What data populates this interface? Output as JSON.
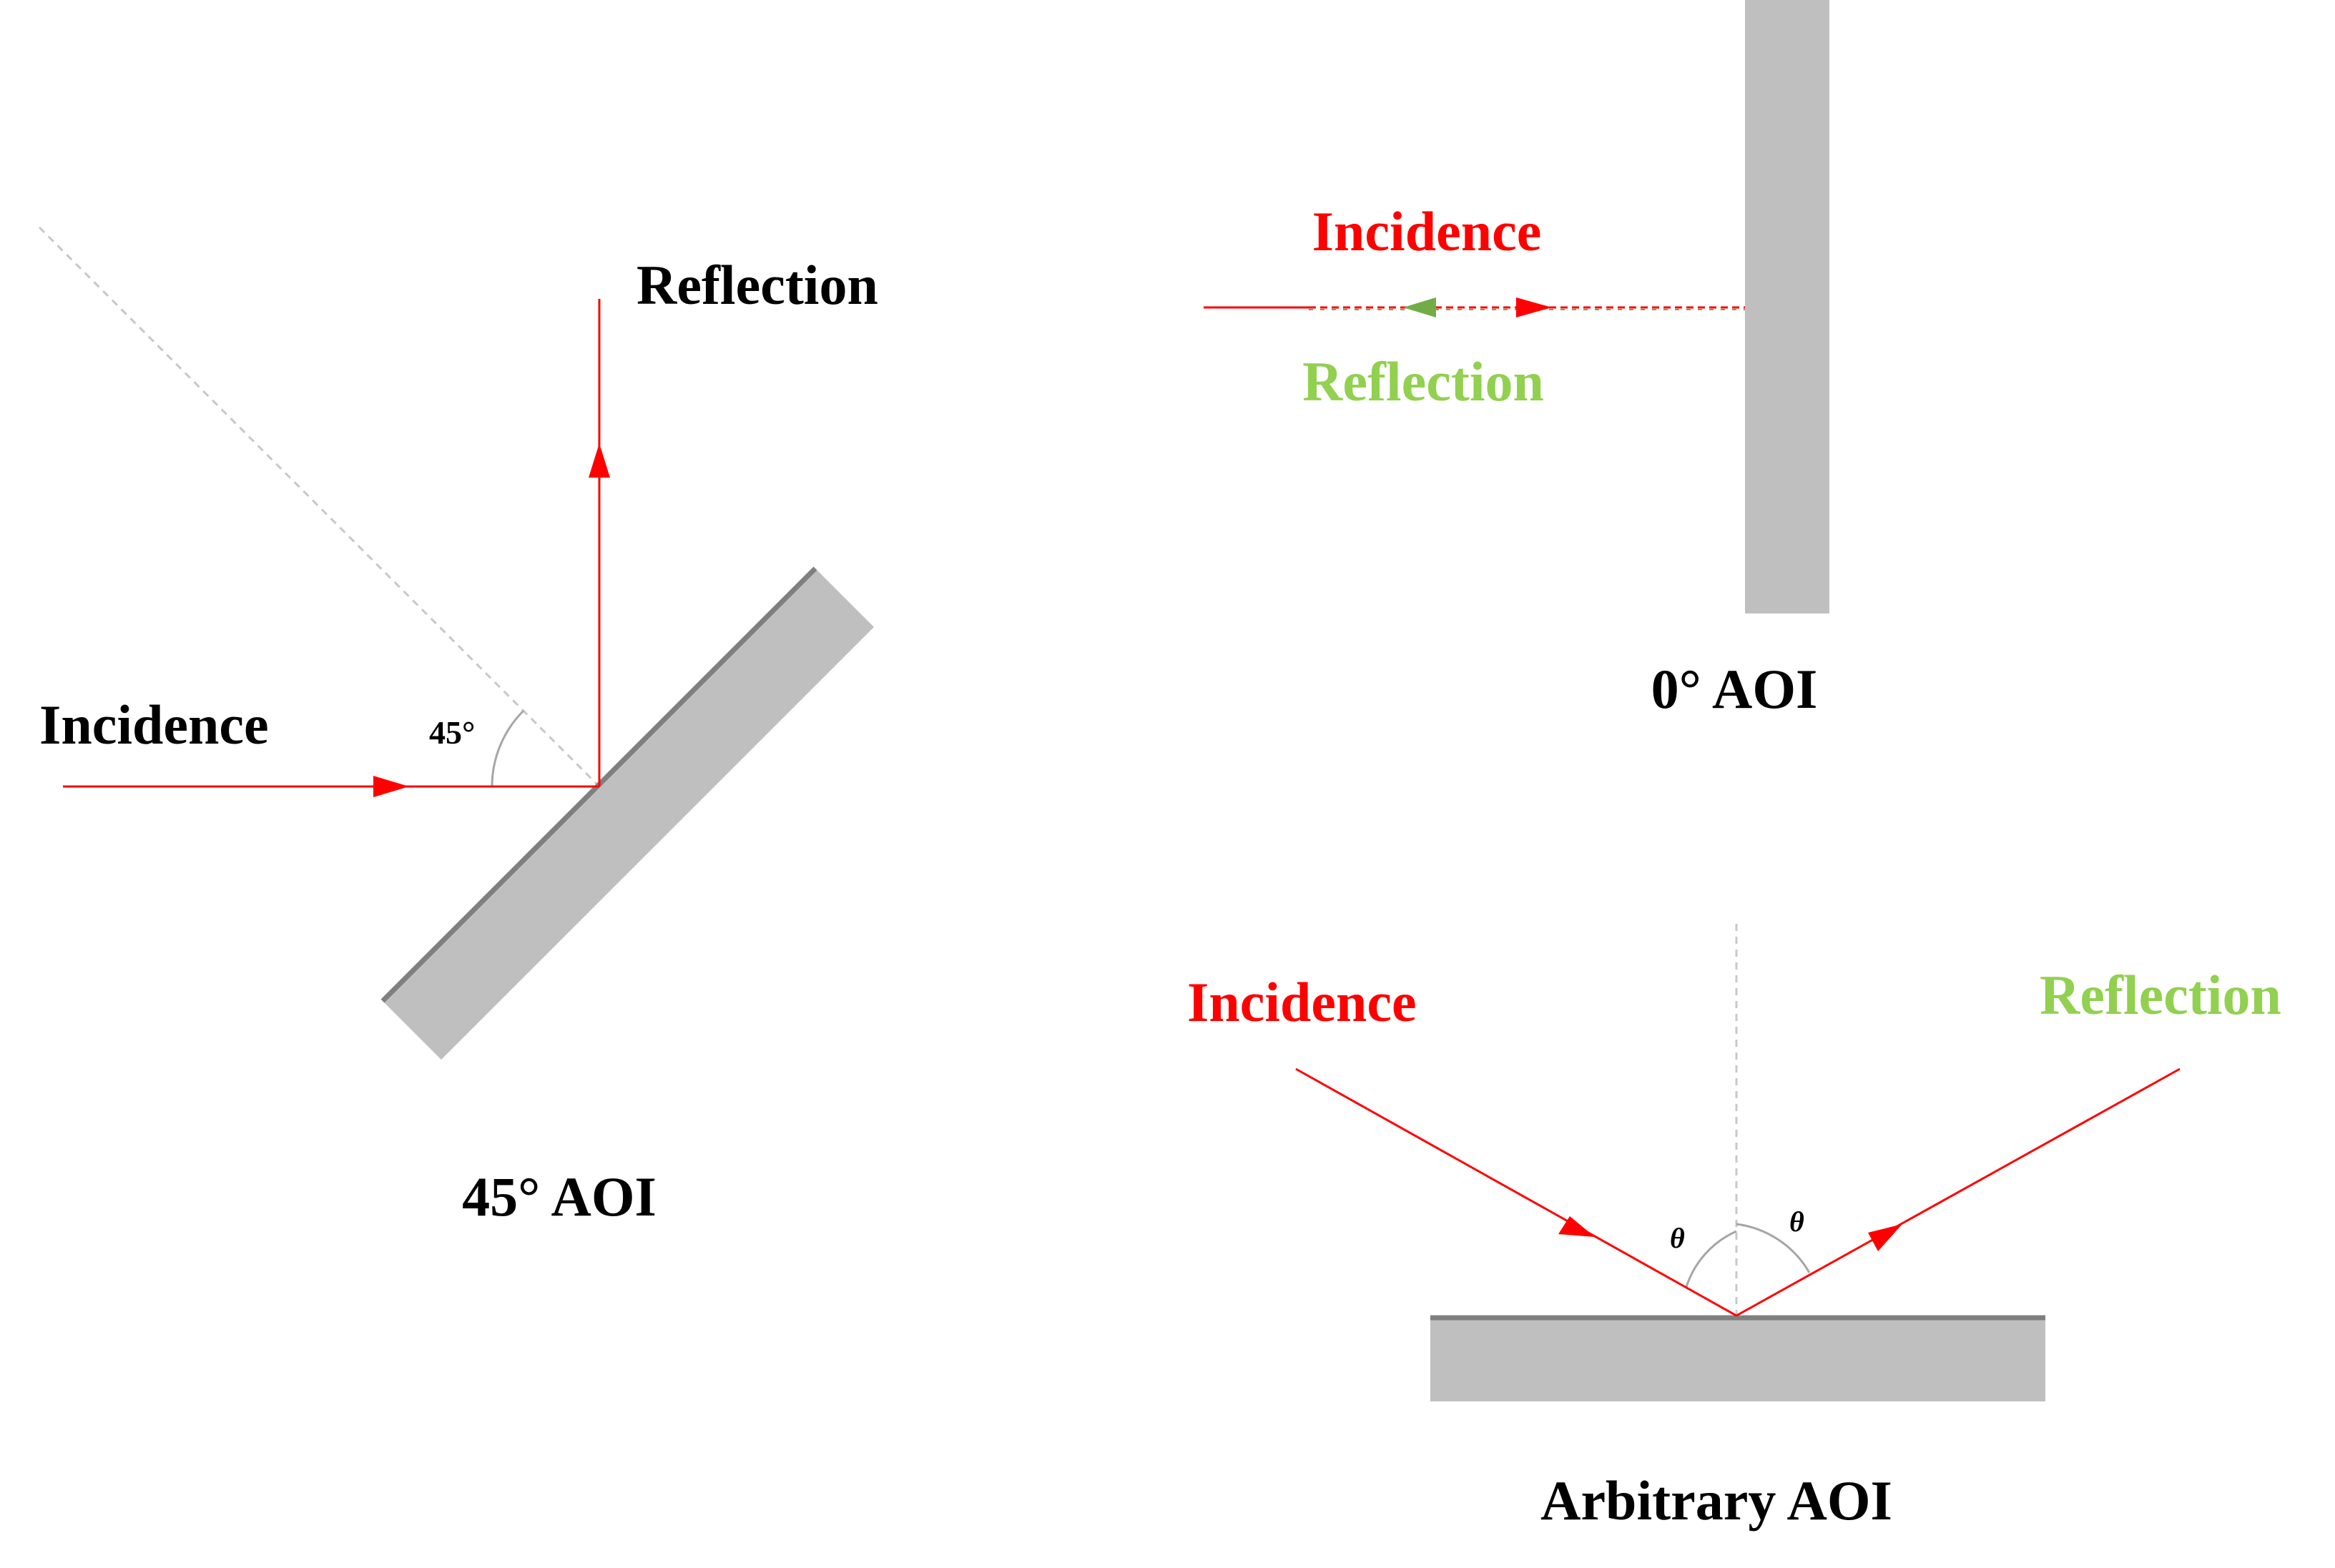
{
  "colors": {
    "ray": "#ff0000",
    "reflection_label": "#92d050",
    "reflection_arrow": "#70ad47",
    "mirror": "#bfbfbf",
    "mirror_edge": "#7f7f7f",
    "guide": "#c8c8c8",
    "text": "#000000"
  },
  "panel_45": {
    "incidence_label": "Incidence",
    "reflection_label": "Reflection",
    "angle_label": "45°",
    "caption": "45° AOI"
  },
  "panel_0": {
    "incidence_label": "Incidence",
    "reflection_label": "Reflection",
    "caption": "0° AOI"
  },
  "panel_arbitrary": {
    "incidence_label": "Incidence",
    "reflection_label": "Reflection",
    "angle_label_left": "θ",
    "angle_label_right": "θ",
    "caption": "Arbitrary AOI"
  }
}
